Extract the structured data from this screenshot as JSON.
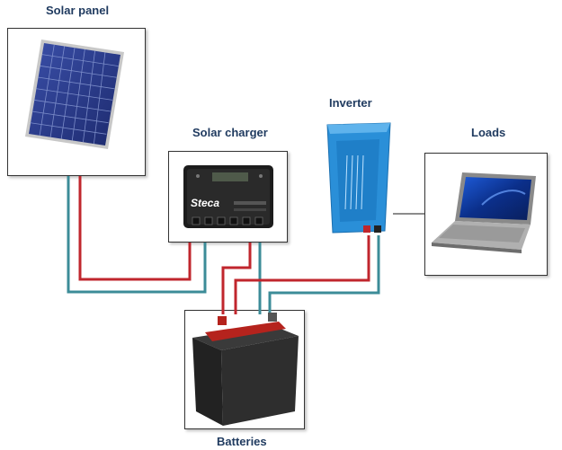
{
  "labels": {
    "solar_panel": "Solar panel",
    "solar_charger": "Solar charger",
    "inverter": "Inverter",
    "loads": "Loads",
    "batteries": "Batteries"
  },
  "device_text": {
    "charger_brand": "Steca"
  },
  "colors": {
    "positive_wire": "#c0262d",
    "negative_wire": "#3c8c98",
    "ac_wire": "#8c8c8c",
    "label_text": "#1f3a5f",
    "inverter_body": "#2a8fd8",
    "battery_body": "#2e2e2e",
    "battery_stripe": "#b5231d"
  },
  "icons": [
    "solar-panel-icon",
    "charge-controller-icon",
    "inverter-icon",
    "laptop-icon",
    "battery-icon"
  ]
}
